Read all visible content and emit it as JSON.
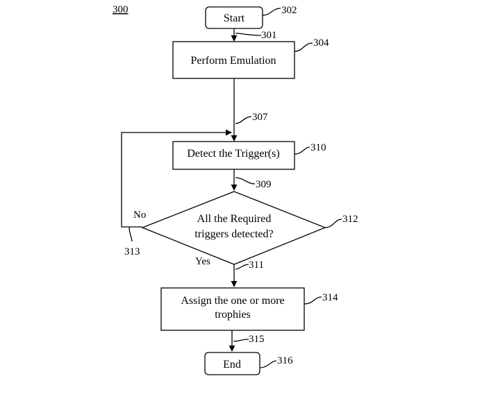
{
  "figure_number": "300",
  "nodes": {
    "start": {
      "label": "Start",
      "ref": "302"
    },
    "emulation": {
      "label": "Perform Emulation",
      "ref": "304"
    },
    "detect": {
      "label": "Detect the Trigger(s)",
      "ref": "310"
    },
    "decision": {
      "line1": "All the Required",
      "line2": "triggers detected?",
      "ref": "312"
    },
    "assign": {
      "line1": "Assign the one or more",
      "line2": "trophies",
      "ref": "314"
    },
    "end": {
      "label": "End",
      "ref": "316"
    }
  },
  "edges": {
    "start_to_emulation": "301",
    "emulation_to_detect": "307",
    "detect_to_decision": "309",
    "no_loop": "313",
    "yes_to_assign": "311",
    "assign_to_end": "315"
  },
  "branches": {
    "no": "No",
    "yes": "Yes"
  }
}
